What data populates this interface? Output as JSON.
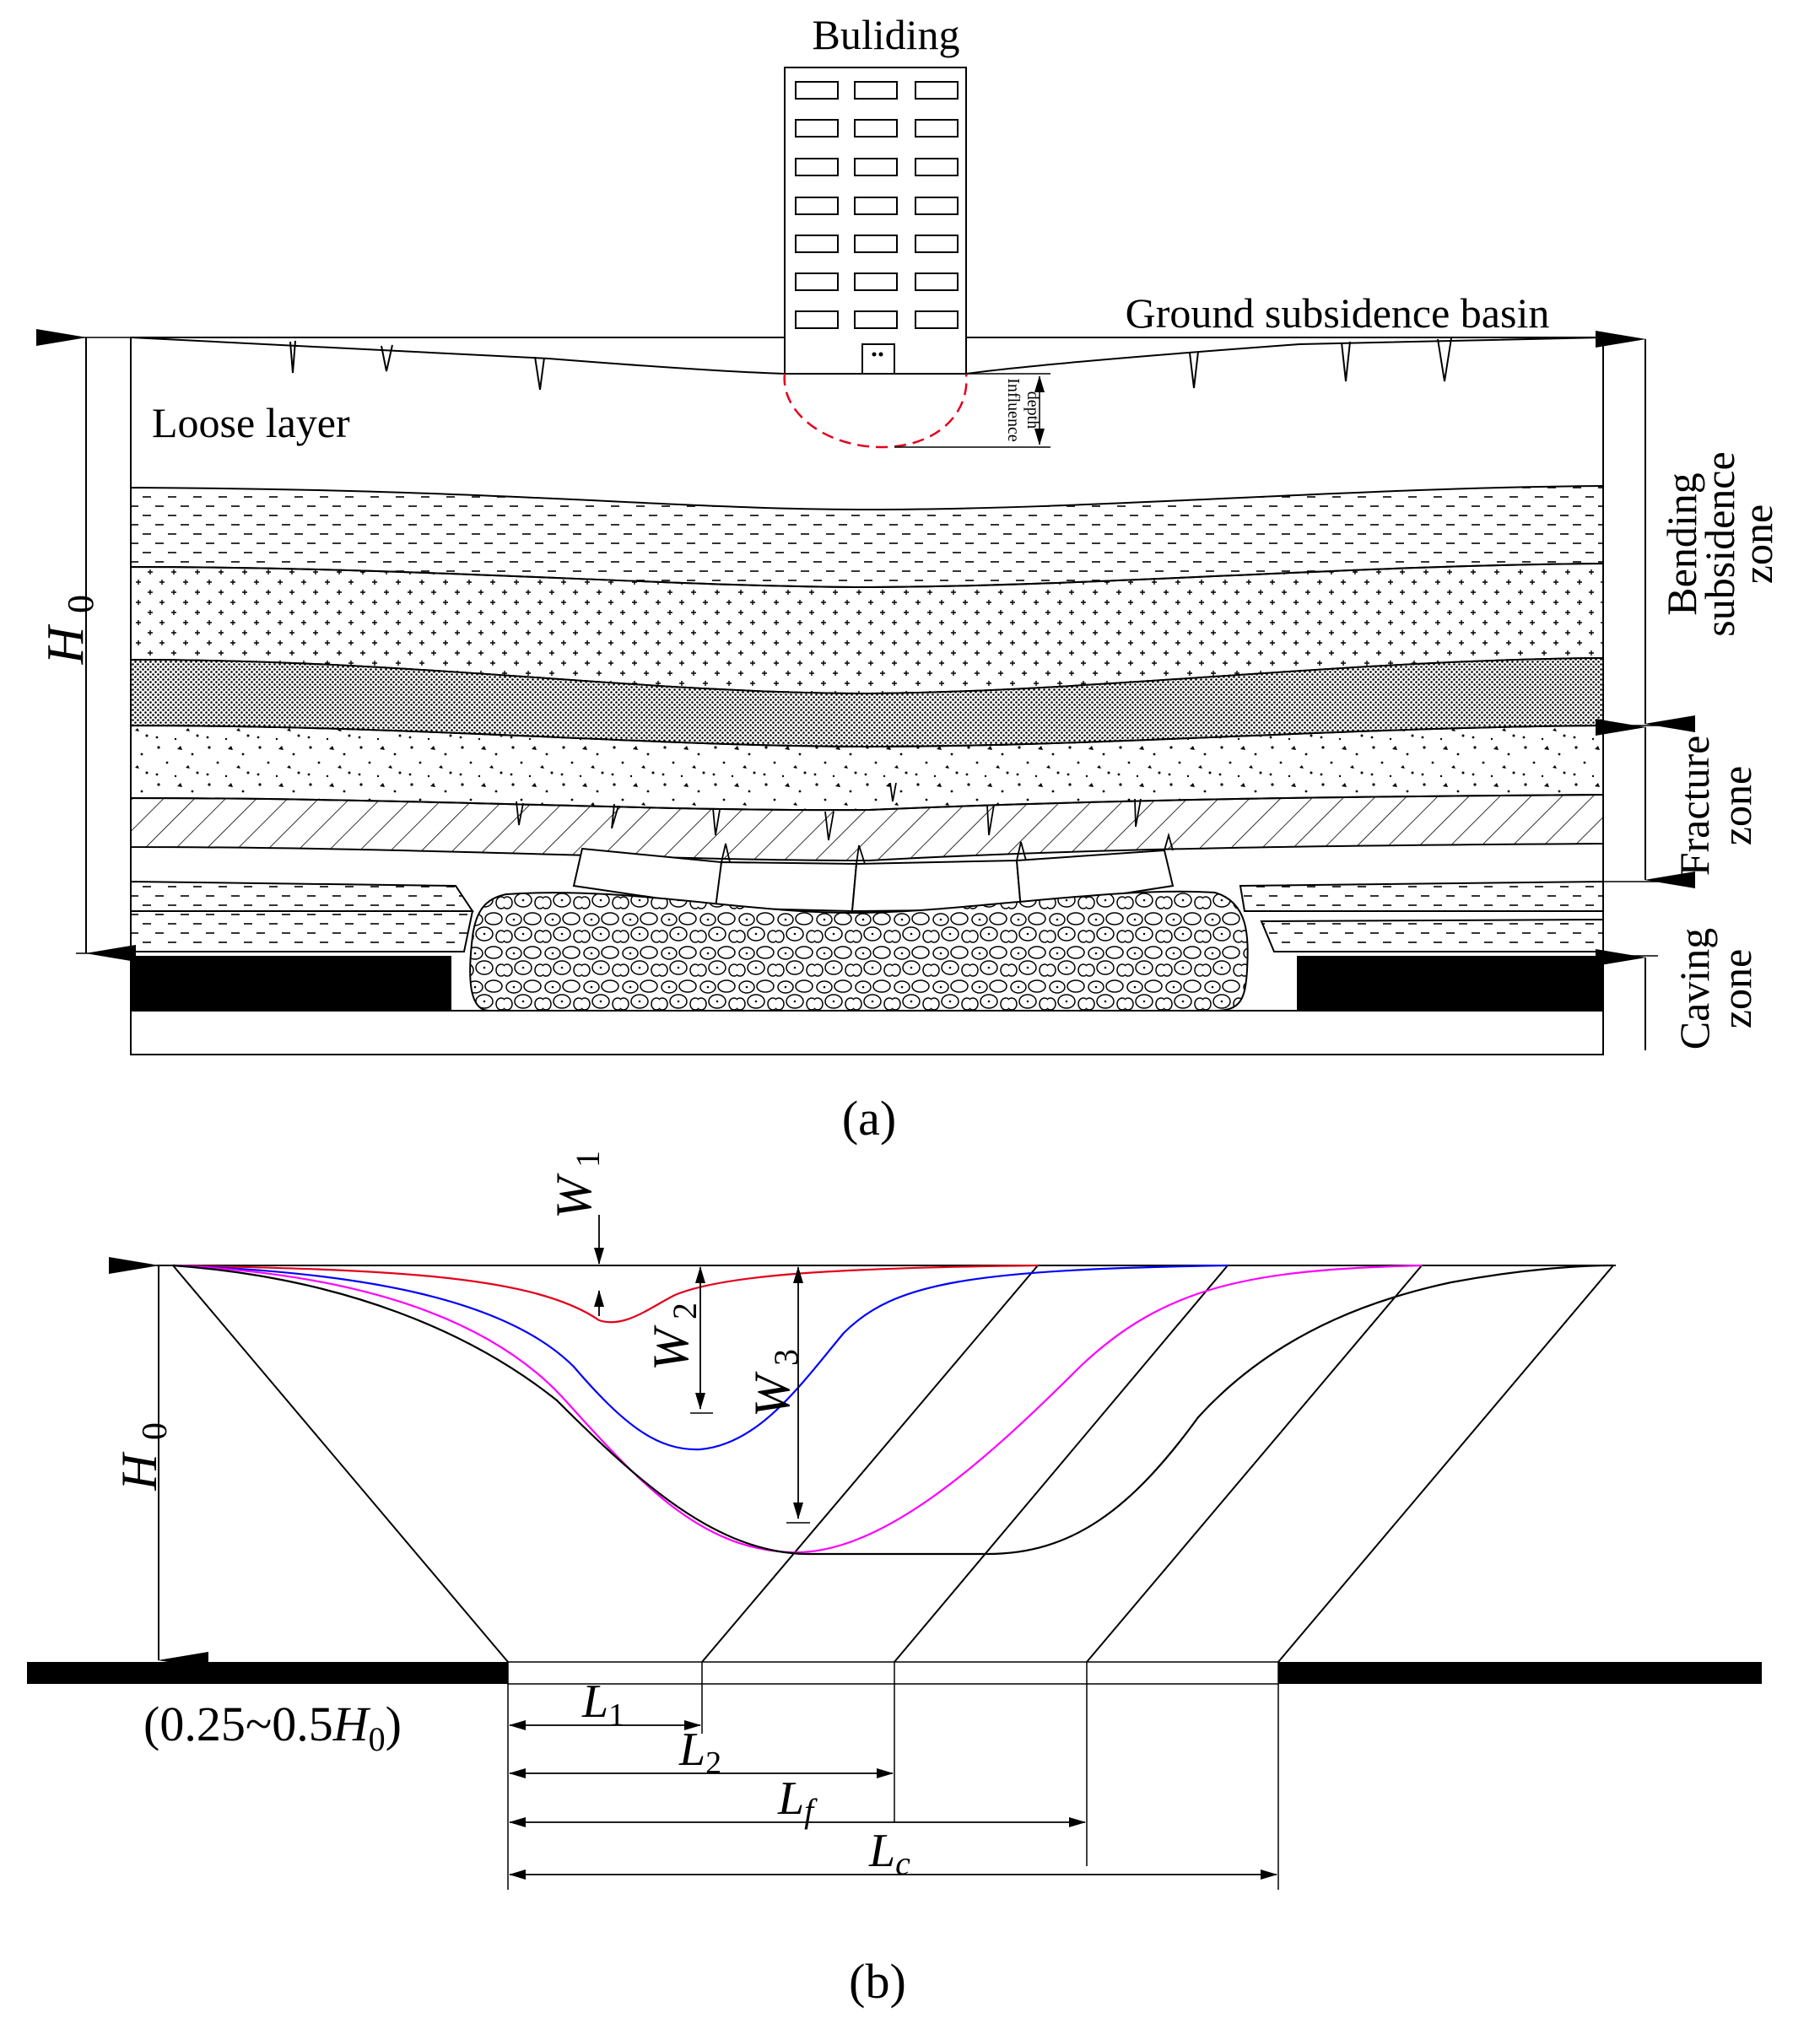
{
  "panel_a": {
    "building_label": "Buliding",
    "basin_label": "Ground subsidence basin",
    "loose_layer_label": "Loose layer",
    "influence_label_1": "Influence",
    "influence_label_2": "depth",
    "height_label": "H",
    "height_sub": "0",
    "zone_bending_1": "Bending",
    "zone_bending_2": "subsidence",
    "zone_bending_3": "zone",
    "zone_fracture_1": "Fracture",
    "zone_fracture_2": "zone",
    "zone_caving_1": "Caving",
    "zone_caving_2": "zone",
    "caption": "(a)"
  },
  "panel_b": {
    "w1": "W",
    "w1_sub": "1",
    "w2": "W",
    "w2_sub": "2",
    "w3": "W",
    "w3_sub": "3",
    "height_label": "H",
    "height_sub": "0",
    "offset_prefix": "(0.25~0.5",
    "offset_var": "H",
    "offset_sub": "0",
    "offset_suffix": ")",
    "l1": "L",
    "l1_sub": "1",
    "l2": "L",
    "l2_sub": "2",
    "lf": "L",
    "lf_sub": "f",
    "lc": "L",
    "lc_sub": "c",
    "caption": "(b)",
    "curve_colors": {
      "w1": "#e3001b",
      "w2": "#0000ff",
      "w3": "#ff00ff",
      "outer": "#000000"
    }
  },
  "colors": {
    "line": "#000000",
    "influence_zone": "#e3001b",
    "coal": "#000000"
  }
}
